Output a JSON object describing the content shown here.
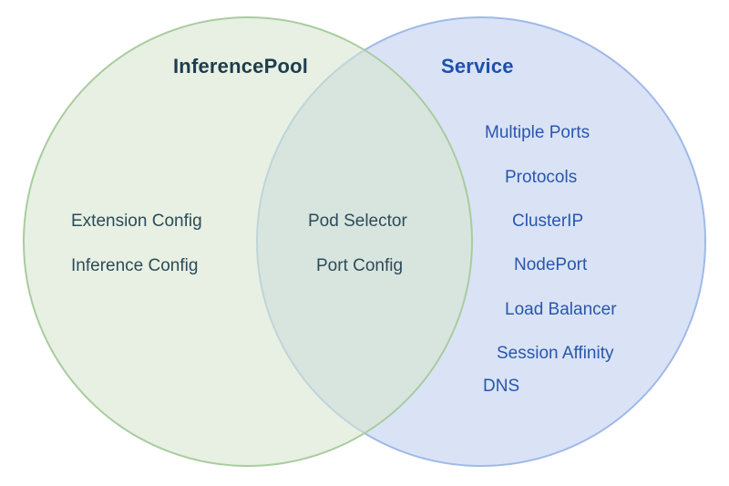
{
  "venn": {
    "left": {
      "title": "InferencePool",
      "items": [
        "Extension Config",
        "Inference Config"
      ],
      "fill": "rgba(215,230,207,0.6)",
      "stroke": "#a9cc9f",
      "title_color": "#1e3c4e",
      "item_color": "#2d4b59"
    },
    "right": {
      "title": "Service",
      "items": [
        "Multiple Ports",
        "Protocols",
        "ClusterIP",
        "NodePort",
        "Load Balancer",
        "Session Affinity",
        "DNS"
      ],
      "fill": "#d9e3f5",
      "stroke": "#9fb9ea",
      "title_color": "#1e4fae",
      "item_color": "#2a56ad"
    },
    "overlap": {
      "items": [
        "Pod Selector",
        "Port Config"
      ],
      "fill_result": "#d8e6dd"
    },
    "background": "#ffffff"
  }
}
